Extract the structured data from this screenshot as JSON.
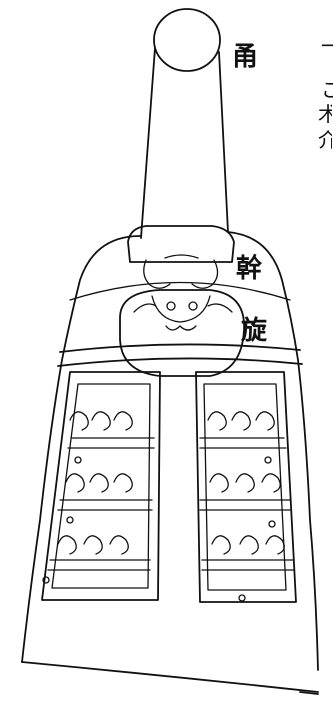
{
  "labels": {
    "yong": "甬",
    "gan": "幹",
    "xuan": "旋"
  },
  "margin_text": [
    "一",
    "こ",
    "术",
    "介"
  ],
  "colors": {
    "ink": "#111111",
    "paper": "#ffffff"
  }
}
